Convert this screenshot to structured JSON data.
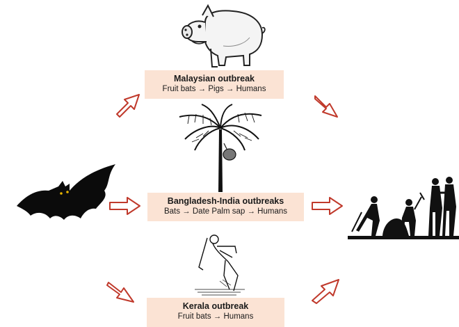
{
  "outbreaks": [
    {
      "title": "Malaysian outbreak",
      "route": "Fruit bats → Pigs → Humans",
      "icon": "pig-icon"
    },
    {
      "title": "Bangladesh-India outbreaks",
      "route": "Bats → Date Palm sap → Humans",
      "icon": "date-palm-tree-icon"
    },
    {
      "title": "Kerala outbreak",
      "route": "Fruit bats → Humans",
      "icon": "farmer-digging-icon"
    }
  ],
  "source_icon": "bat-icon",
  "target_icon": "humans-silhouette-icon",
  "colors": {
    "box_fill": "#fbe3d4",
    "arrow_stroke": "#c0392b",
    "silhouette": "#111111"
  }
}
